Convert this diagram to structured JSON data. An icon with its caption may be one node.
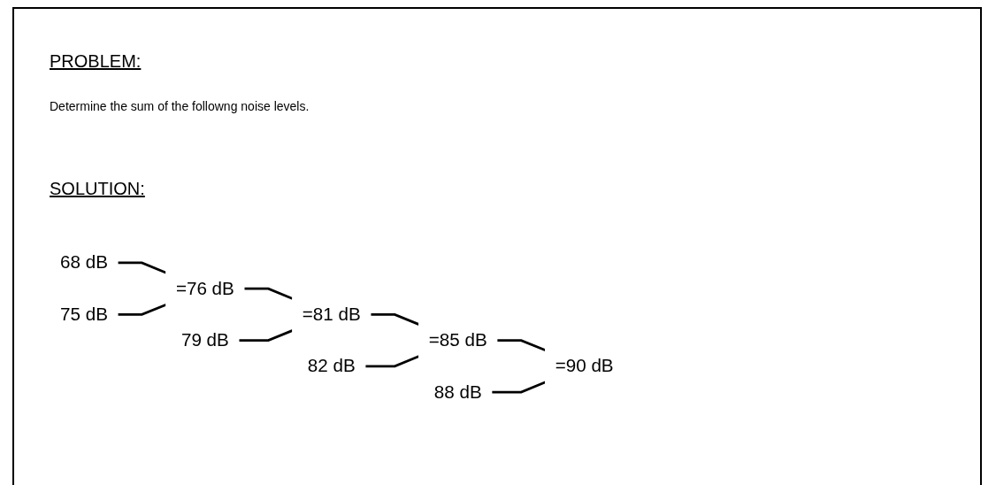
{
  "diagram": {
    "nodes": [
      {
        "text": [
          "68 dB"
        ]
      },
      {
        "text": [
          "75 dB"
        ]
      },
      {
        "text": [
          "79 dB"
        ]
      },
      {
        "text": [
          "82 dB"
        ]
      },
      {
        "text": [
          "88 dB"
        ]
      },
      {
        "text": [
          "=76 dB"
        ]
      },
      {
        "text": [
          "=81 dB"
        ]
      },
      {
        "text": [
          "=85 dB"
        ]
      },
      {
        "text": [
          "=90 dB"
        ]
      }
    ],
    "edges": [
      {
        "from": 0,
        "to": 5,
        "arrow": "none"
      },
      {
        "from": 1,
        "to": 5,
        "arrow": "none"
      },
      {
        "from": 5,
        "to": 6,
        "arrow": "none"
      },
      {
        "from": 2,
        "to": 6,
        "arrow": "none"
      },
      {
        "from": 6,
        "to": 7,
        "arrow": "none"
      },
      {
        "from": 3,
        "to": 7,
        "arrow": "none"
      },
      {
        "from": 7,
        "to": 8,
        "arrow": "none"
      },
      {
        "from": 4,
        "to": 8,
        "arrow": "none"
      }
    ],
    "labels": [
      "PROBLEM:",
      "Determine the sum of the followng noise levels.",
      "SOLUTION:"
    ]
  }
}
